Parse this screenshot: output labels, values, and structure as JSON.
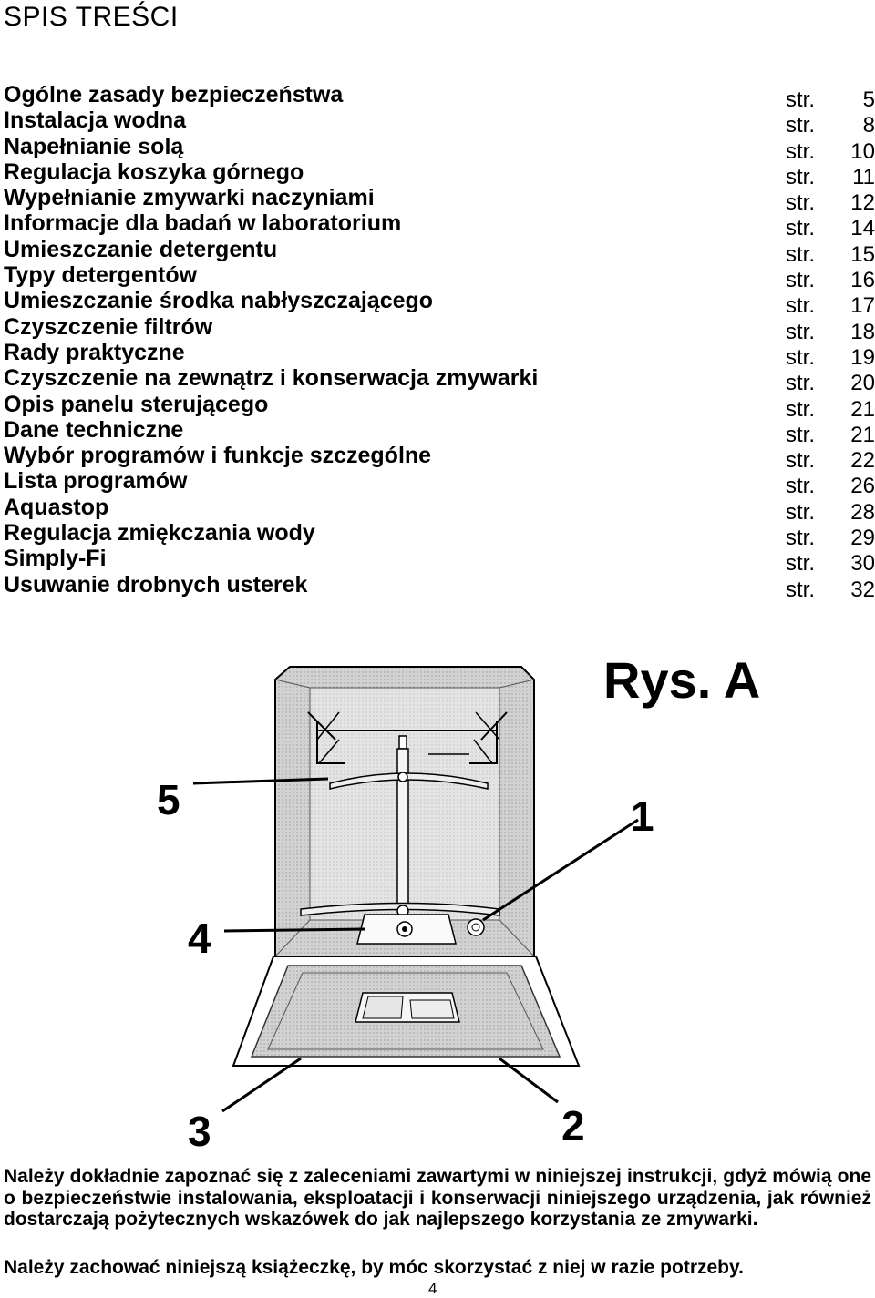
{
  "title": "SPIS TREŚCI",
  "toc": [
    {
      "title": "Ogólne zasady bezpieczeństwa",
      "str": "str.",
      "page": "5"
    },
    {
      "title": "Instalacja wodna",
      "str": "str.",
      "page": "8"
    },
    {
      "title": "Napełnianie solą",
      "str": "str.",
      "page": "10"
    },
    {
      "title": "Regulacja koszyka górnego",
      "str": "str.",
      "page": "11"
    },
    {
      "title": "Wypełnianie zmywarki naczyniami",
      "str": "str.",
      "page": "12"
    },
    {
      "title": "Informacje dla badań w laboratorium",
      "str": "str.",
      "page": "14"
    },
    {
      "title": "Umieszczanie detergentu",
      "str": "str.",
      "page": "15"
    },
    {
      "title": "Typy detergentów",
      "str": "str.",
      "page": "16"
    },
    {
      "title": "Umieszczanie środka nabłyszczającego",
      "str": "str.",
      "page": "17"
    },
    {
      "title": "Czyszczenie filtrów",
      "str": "str.",
      "page": "18"
    },
    {
      "title": "Rady praktyczne",
      "str": "str.",
      "page": "19"
    },
    {
      "title": "Czyszczenie na zewnątrz i konserwacja zmywarki",
      "str": "str.",
      "page": "20"
    },
    {
      "title": "Opis panelu sterującego",
      "str": "str.",
      "page": "21"
    },
    {
      "title": "Dane techniczne",
      "str": "str.",
      "page": "21"
    },
    {
      "title": "Wybór programów i funkcje szczególne",
      "str": "str.",
      "page": "22"
    },
    {
      "title": "Lista programów",
      "str": "str.",
      "page": "26"
    },
    {
      "title": "Aquastop",
      "str": "str.",
      "page": "28"
    },
    {
      "title": "Regulacja zmiękczania wody",
      "str": "str.",
      "page": "29"
    },
    {
      "title": "Simply-Fi",
      "str": "str.",
      "page": "30"
    },
    {
      "title": "Usuwanie drobnych usterek",
      "str": "str.",
      "page": "32"
    }
  ],
  "figure": {
    "caption": "Rys. A",
    "labels": [
      "5",
      "1",
      "4",
      "3",
      "2"
    ]
  },
  "paragraph1": "Należy dokładnie zapoznać się z zaleceniami zawartymi w niniejszej instrukcji, gdyż mówią one o bezpieczeństwie instalowania, eksploatacji i  konserwacji niniejszego urządzenia, jak również dostarczają pożytecznych wskazówek do jak najlepszego korzystania ze zmywarki.",
  "paragraph2": "Należy zachować niniejszą książeczkę, by móc skorzystać z niej w razie potrzeby.",
  "page_number": "4"
}
